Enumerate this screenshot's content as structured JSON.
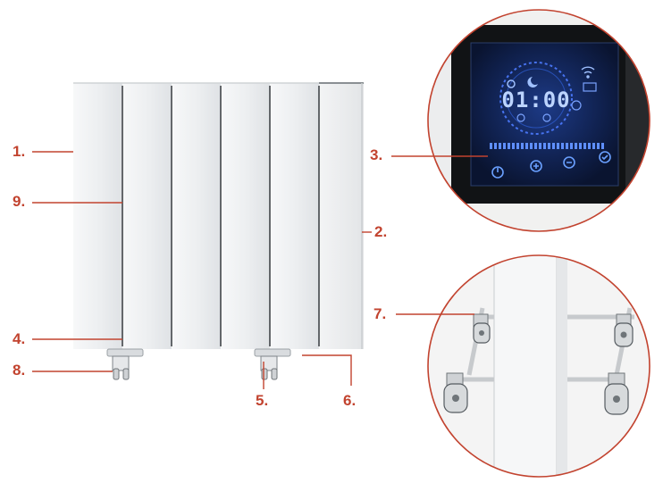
{
  "callouts": [
    {
      "id": "1",
      "text": "1."
    },
    {
      "id": "2",
      "text": "2."
    },
    {
      "id": "3",
      "text": "3."
    },
    {
      "id": "4",
      "text": "4."
    },
    {
      "id": "5",
      "text": "5."
    },
    {
      "id": "6",
      "text": "6."
    },
    {
      "id": "7",
      "text": "7."
    },
    {
      "id": "8",
      "text": "8."
    },
    {
      "id": "9",
      "text": "9."
    }
  ],
  "display": {
    "time": "01:00"
  },
  "colors": {
    "accent": "#c2432f",
    "panel": "#eef0f1",
    "screen": "#0c1a3a",
    "screen_glow": "#2f6bff"
  },
  "icons": [
    "power-icon",
    "plus-icon",
    "minus-icon",
    "check-icon",
    "wifi-icon",
    "moon-icon",
    "sun-icon"
  ]
}
